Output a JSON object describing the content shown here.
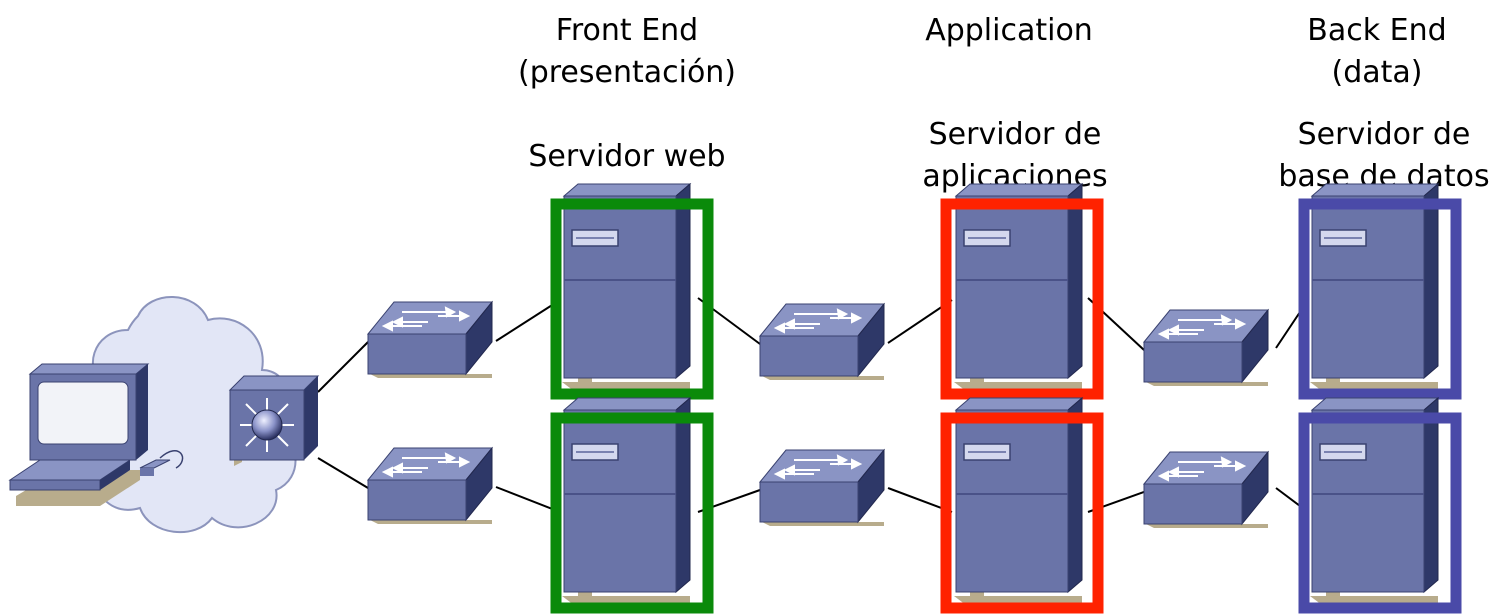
{
  "tiers": [
    {
      "title_line1": "Front End",
      "title_line2": "(presentación)",
      "server_line1": "",
      "server_line2": "Servidor web",
      "color": "#0a8a0a"
    },
    {
      "title_line1": "Application",
      "title_line2": "",
      "server_line1": "Servidor de",
      "server_line2": "aplicaciones",
      "color": "#ff2200"
    },
    {
      "title_line1": "Back End",
      "title_line2": "(data)",
      "server_line1": "Servidor de",
      "server_line2": "base de datos",
      "color": "#4a4aa8"
    }
  ],
  "devices": {
    "client": "pc-icon",
    "network": "cloud-icon",
    "router": "multilayer-switch-icon",
    "switch": "switch-icon",
    "server": "tower-server-icon"
  },
  "palette": {
    "device_front": "#6a74a8",
    "device_top": "#8a94c4",
    "device_side": "#2e3868",
    "shadow": "#b8ac8c",
    "cloud": "#e2e6f6",
    "cloud_edge": "#8c94bc"
  }
}
